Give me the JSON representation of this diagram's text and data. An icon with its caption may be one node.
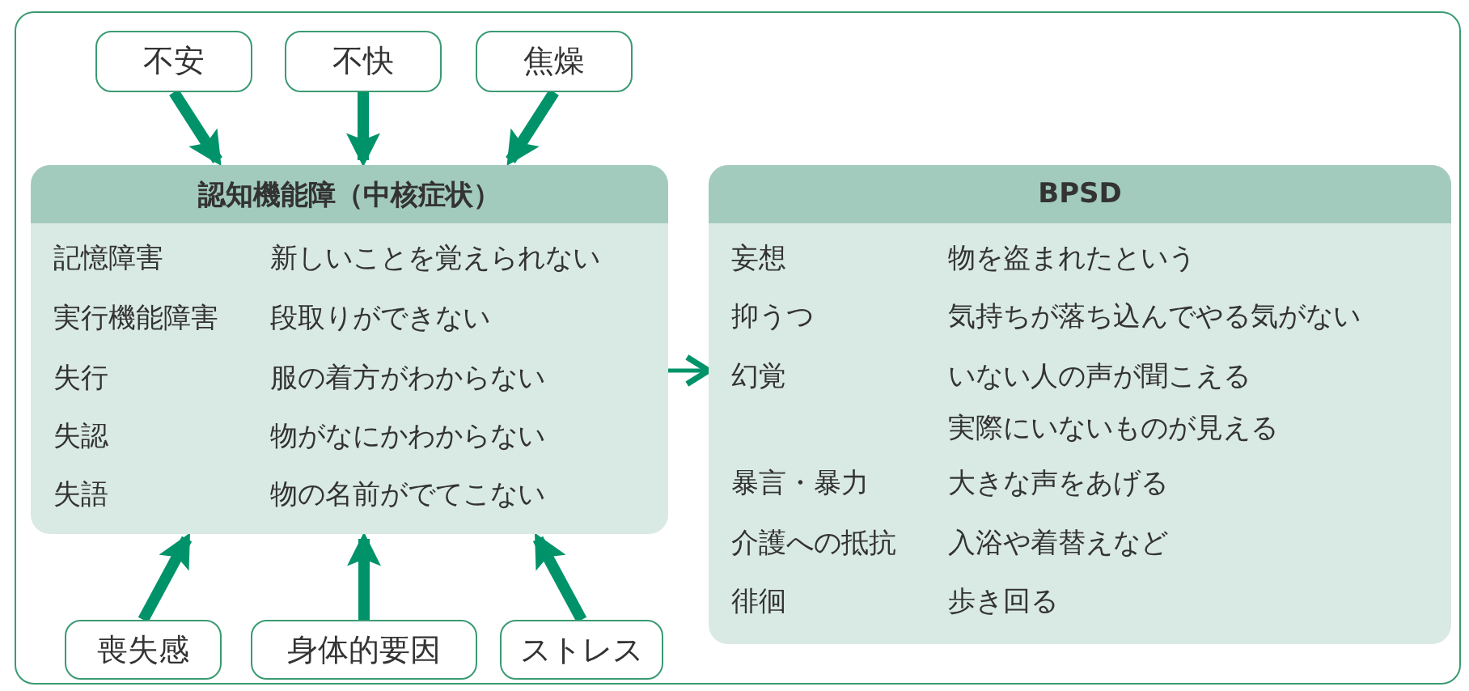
{
  "diagram": {
    "nodes": [
      {
        "text": [
          "不安"
        ]
      },
      {
        "text": [
          "不快"
        ]
      },
      {
        "text": [
          "焦燥"
        ]
      },
      {
        "text": [
          "認知機能障（中核症状）",
          "記憶障害",
          "新しいことを覚えられない",
          "実行機能障害",
          "段取りができない",
          "失行",
          "服の着方がわからない",
          "失認",
          "物がなにかわからない",
          "失語",
          "物の名前がでてこない"
        ]
      },
      {
        "text": [
          "BPSD",
          "妄想",
          "物を盗まれたという",
          "抑うつ",
          "気持ちが落ち込んでやる気がない",
          "幻覚",
          "いない人の声が聞こえる",
          "実際にいないものが見える",
          "暴言・暴力",
          "大きな声をあげる",
          "介護への抵抗",
          "入浴や着替えなど",
          "徘徊",
          "歩き回る"
        ]
      },
      {
        "text": [
          "喪失感"
        ]
      },
      {
        "text": [
          "身体的要因"
        ]
      },
      {
        "text": [
          "ストレス"
        ]
      }
    ],
    "edges": [
      {
        "from": 0,
        "to": 3,
        "arrow": "to"
      },
      {
        "from": 1,
        "to": 3,
        "arrow": "to"
      },
      {
        "from": 2,
        "to": 3,
        "arrow": "to"
      },
      {
        "from": 5,
        "to": 3,
        "arrow": "to"
      },
      {
        "from": 6,
        "to": 3,
        "arrow": "to"
      },
      {
        "from": 7,
        "to": 3,
        "arrow": "to"
      },
      {
        "from": 3,
        "to": 4,
        "arrow": "to"
      }
    ]
  }
}
